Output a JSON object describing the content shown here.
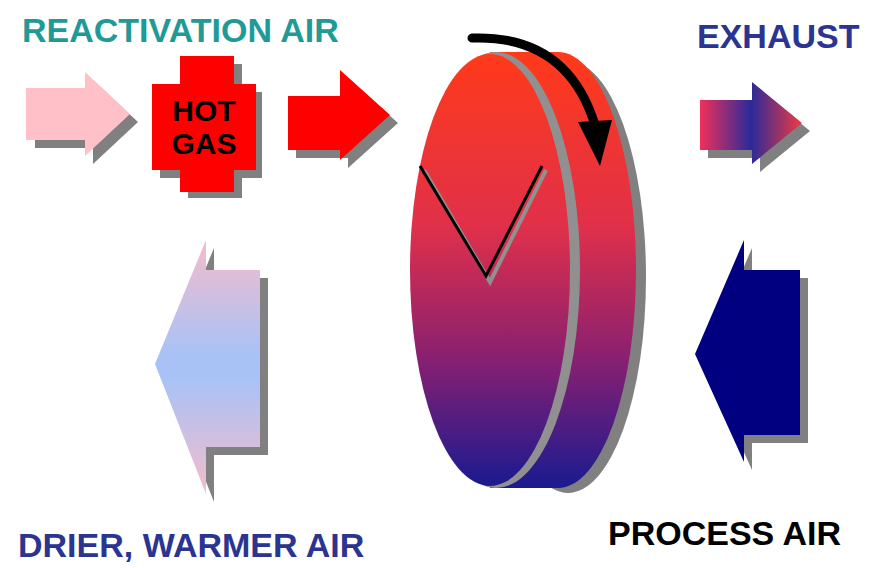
{
  "diagram": {
    "nodes": [
      {
        "text": [
          "HOT GAS"
        ]
      }
    ],
    "labels": [
      "REACTIVATION AIR",
      "EXHAUST",
      "PROCESS AIR",
      "DRIER, WARMER AIR"
    ]
  }
}
